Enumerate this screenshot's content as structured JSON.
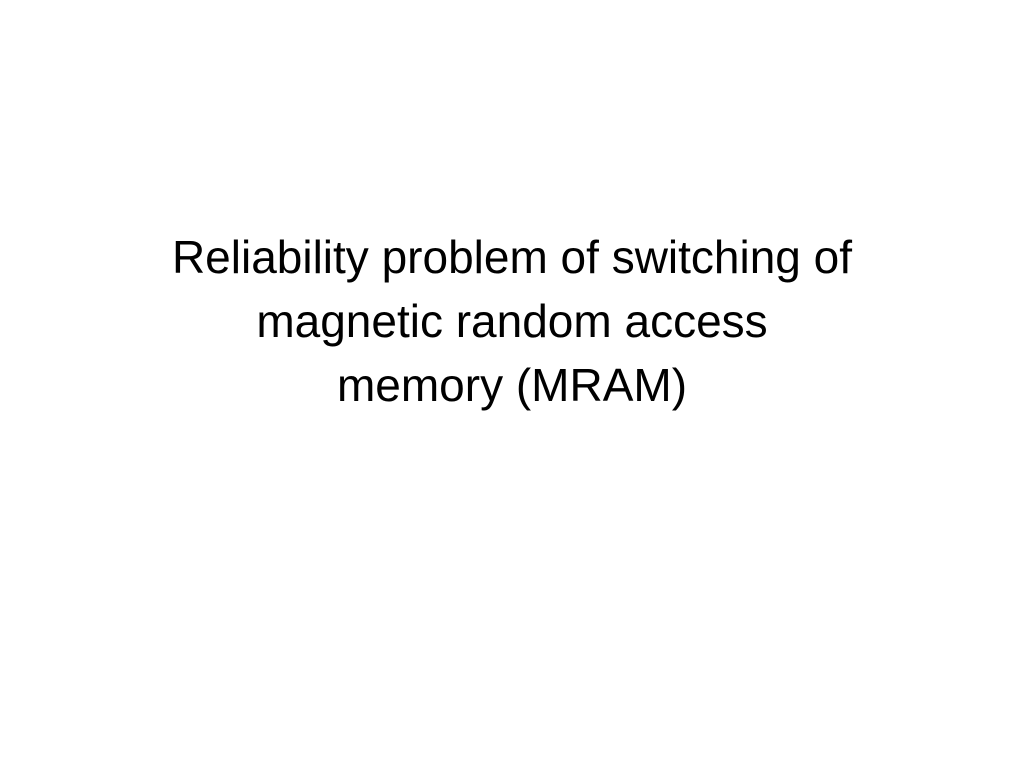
{
  "slide": {
    "title_lines": [
      "Reliability problem of switching of",
      "magnetic random access",
      "memory (MRAM)"
    ]
  }
}
